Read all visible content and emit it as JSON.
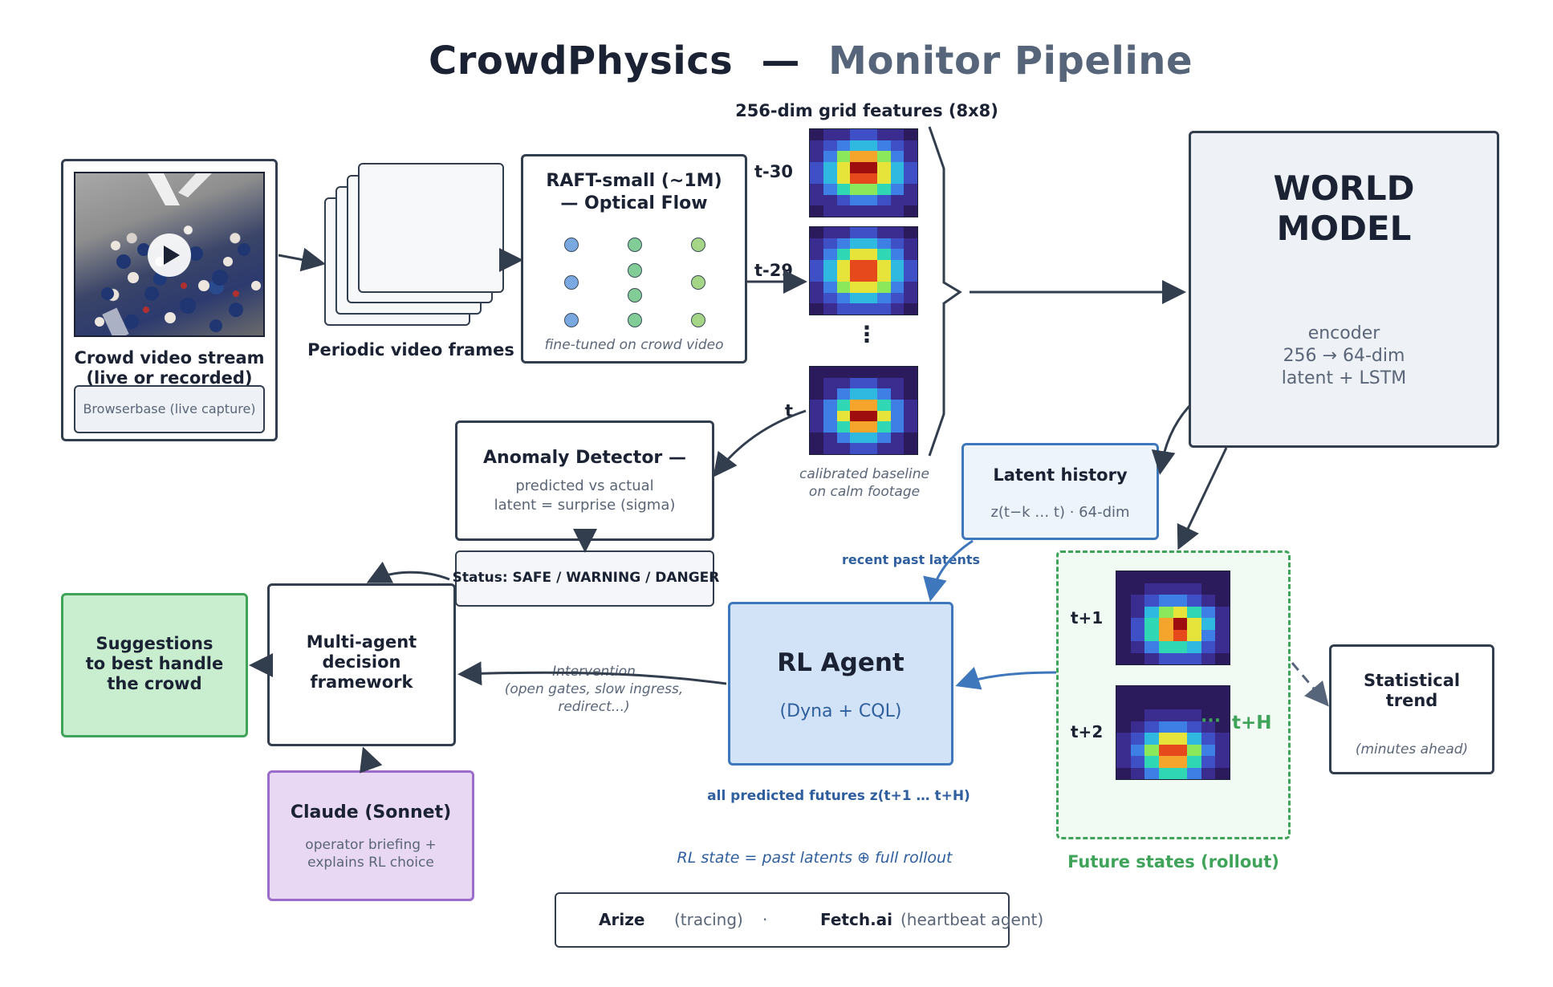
{
  "title": {
    "main": "CrowdPhysics",
    "dash": "—",
    "sub": "Monitor Pipeline"
  },
  "video": {
    "label_line1": "Crowd video stream",
    "label_line2": "(live or recorded)",
    "browserbase": "Browserbase  (live capture)"
  },
  "frames": {
    "label": "Periodic video frames"
  },
  "raft": {
    "title_line1": "RAFT-small (~1M)",
    "title_line2": "— Optical Flow",
    "note": "fine-tuned on crowd video"
  },
  "grid": {
    "title": "256-dim grid features (8x8)",
    "labels": [
      "t-30",
      "t-29",
      "t"
    ],
    "ellipsis": "⋮",
    "baseline_line1": "calibrated baseline",
    "baseline_line2": "on calm footage"
  },
  "world_model": {
    "title_line1": "WORLD",
    "title_line2": "MODEL",
    "desc_line1": "encoder",
    "desc_line2": "256 → 64-dim",
    "desc_line3": "latent  +  LSTM"
  },
  "anomaly": {
    "title": "Anomaly Detector —",
    "desc_line1": "predicted vs actual",
    "desc_line2": "latent = surprise (sigma)"
  },
  "status": {
    "text": "Status:  SAFE / WARNING / DANGER"
  },
  "latent_history": {
    "title": "Latent history",
    "desc": "z(t−k … t) · 64-dim"
  },
  "recent_past": "recent past latents",
  "future": {
    "labels": [
      "t+1",
      "t+2"
    ],
    "ellipsis": "···",
    "horizon": "t+H",
    "caption": "Future states (rollout)"
  },
  "statistical": {
    "title_line1": "Statistical",
    "title_line2": "trend",
    "note": "(minutes ahead)"
  },
  "rl_agent": {
    "title": "RL Agent",
    "desc": "(Dyna + CQL)"
  },
  "all_futures": "all predicted futures  z(t+1 … t+H)",
  "rl_state": "RL state  =  past latents  ⊕  full rollout",
  "intervention": {
    "line1": "Intervention",
    "line2": "(open gates, slow ingress,",
    "line3": "redirect...)"
  },
  "multi_agent": {
    "line1": "Multi-agent",
    "line2": "decision",
    "line3": "framework"
  },
  "suggestions": {
    "line1": "Suggestions",
    "line2": "to best handle",
    "line3": "the crowd"
  },
  "claude": {
    "title": "Claude (Sonnet)",
    "desc_line1": "operator briefing +",
    "desc_line2": "explains RL choice"
  },
  "footer": {
    "arize": "Arize",
    "arize_note": "(tracing)",
    "sep": "·",
    "fetch": "Fetch.ai",
    "fetch_note": "(heartbeat agent)"
  },
  "icons": {
    "play": "play-icon"
  },
  "colors": {
    "dark": "#323d4d",
    "blue_border": "#3e77bb",
    "blue_fill": "#d2e3f7",
    "green_border": "#3fa45a",
    "green_fill": "#c8eecf",
    "purple_border": "#9b6cc9",
    "purple_fill": "#e9d8f3",
    "light_fill": "#eef1f6"
  }
}
